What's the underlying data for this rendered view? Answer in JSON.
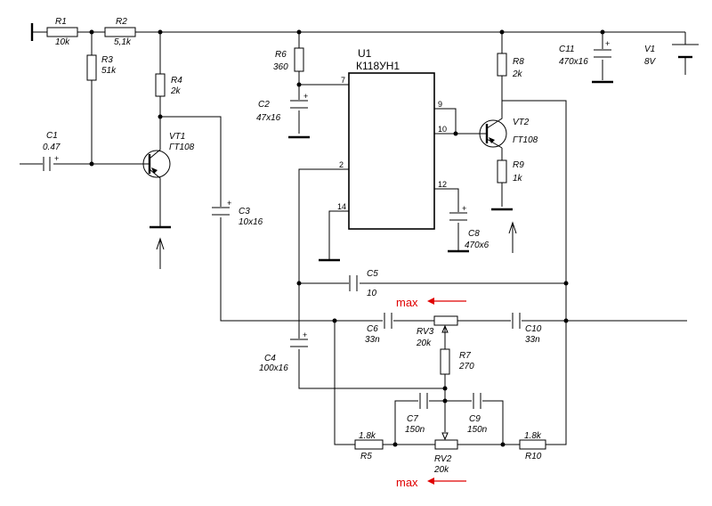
{
  "components": {
    "r1": {
      "ref": "R1",
      "value": "10k"
    },
    "r2": {
      "ref": "R2",
      "value": "5,1k"
    },
    "r3": {
      "ref": "R3",
      "value": "51k"
    },
    "r4": {
      "ref": "R4",
      "value": "2k"
    },
    "r5": {
      "ref": "R5",
      "value": "1.8k"
    },
    "r6": {
      "ref": "R6",
      "value": "360"
    },
    "r7": {
      "ref": "R7",
      "value": "270"
    },
    "r8": {
      "ref": "R8",
      "value": "2k"
    },
    "r9": {
      "ref": "R9",
      "value": "1k"
    },
    "r10": {
      "ref": "R10",
      "value": "1.8k"
    },
    "rv2": {
      "ref": "RV2",
      "value": "20k"
    },
    "rv3": {
      "ref": "RV3",
      "value": "20k"
    },
    "c1": {
      "ref": "C1",
      "value": "0.47"
    },
    "c2": {
      "ref": "C2",
      "value": "47x16"
    },
    "c3": {
      "ref": "C3",
      "value": "10x16"
    },
    "c4": {
      "ref": "C4",
      "value": "100x16"
    },
    "c5": {
      "ref": "C5",
      "value": "10"
    },
    "c6": {
      "ref": "C6",
      "value": "33n"
    },
    "c7": {
      "ref": "C7",
      "value": "150n"
    },
    "c8": {
      "ref": "C8",
      "value": "470x6"
    },
    "c9": {
      "ref": "C9",
      "value": "150n"
    },
    "c10": {
      "ref": "C10",
      "value": "33n"
    },
    "c11": {
      "ref": "C11",
      "value": "470x16"
    },
    "vt1": {
      "ref": "VT1",
      "value": "ГТ108"
    },
    "vt2": {
      "ref": "VT2",
      "value": "ГТ108"
    },
    "v1": {
      "ref": "V1",
      "value": "8V"
    },
    "u1": {
      "ref": "U1",
      "value": "К118УН1",
      "pins": [
        "7",
        "2",
        "14",
        "9",
        "10",
        "12"
      ]
    }
  },
  "annotations": {
    "max_top": "max",
    "max_bottom": "max"
  },
  "colors": {
    "wire": "#000000",
    "annotation": "#e00000",
    "background": "#ffffff"
  }
}
